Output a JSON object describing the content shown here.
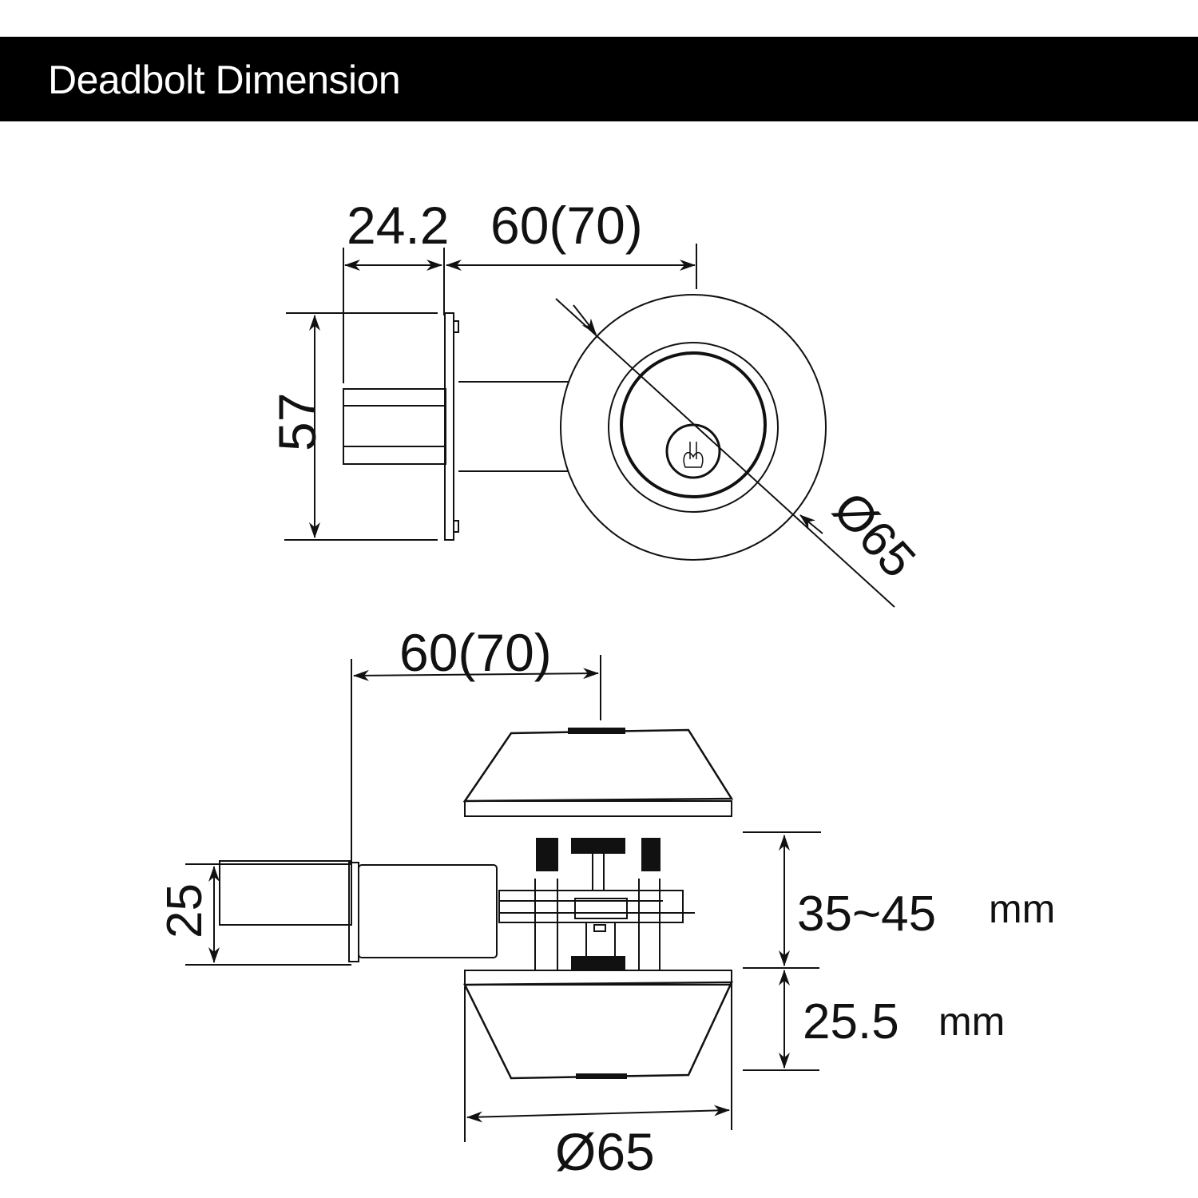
{
  "header": {
    "title": "Deadbolt Dimension",
    "background_color": "#000000",
    "text_color": "#ffffff"
  },
  "top_view": {
    "dim_backset_plate": "24.2",
    "dim_backset": "60(70)",
    "dim_height": "57",
    "dim_rose_diameter": "Ø65"
  },
  "side_view": {
    "dim_backset": "60(70)",
    "dim_bolt_height": "25",
    "dim_door_thickness": "35~45",
    "dim_door_thickness_unit": "mm",
    "dim_interior_height": "25.5",
    "dim_interior_height_unit": "mm",
    "dim_diameter": "Ø65"
  },
  "colors": {
    "line": "#111111",
    "paper": "#ffffff"
  }
}
